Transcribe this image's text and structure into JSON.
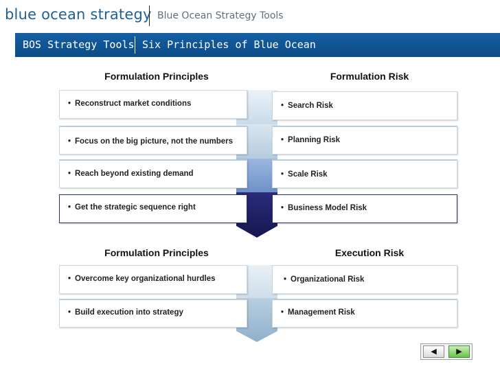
{
  "header": {
    "brand": "blue ocean strategy",
    "subtitle": "Blue Ocean Strategy Tools"
  },
  "nav": {
    "item1": "BOS Strategy Tools",
    "item2": "Six Principles of Blue Ocean"
  },
  "section1": {
    "left_heading": "Formulation Principles",
    "right_heading": "Formulation Risk",
    "rows": [
      {
        "principle": "Reconstruct market conditions",
        "risk": "Search Risk"
      },
      {
        "principle": "Focus on the big picture, not the numbers",
        "risk": "Planning Risk"
      },
      {
        "principle": "Reach beyond existing demand",
        "risk": "Scale Risk"
      },
      {
        "principle": "Get the strategic sequence right",
        "risk": "Business Model Risk"
      }
    ]
  },
  "section2": {
    "left_heading": "Formulation Principles",
    "right_heading": "Execution Risk",
    "rows": [
      {
        "principle": "Overcome key organizational hurdles",
        "risk": "Organizational Risk"
      },
      {
        "principle": "Build execution into strategy",
        "risk": "Management Risk"
      }
    ]
  },
  "bullet": "•",
  "nav_buttons": {
    "prev": "◀",
    "next": "▶"
  },
  "colors": {
    "brand": "#1f5f98",
    "navbar": "#145fa3",
    "chevron_light": "#cfe0ec",
    "chevron_mid": "#7f9fd0",
    "chevron_dark": "#1f1f6b"
  }
}
